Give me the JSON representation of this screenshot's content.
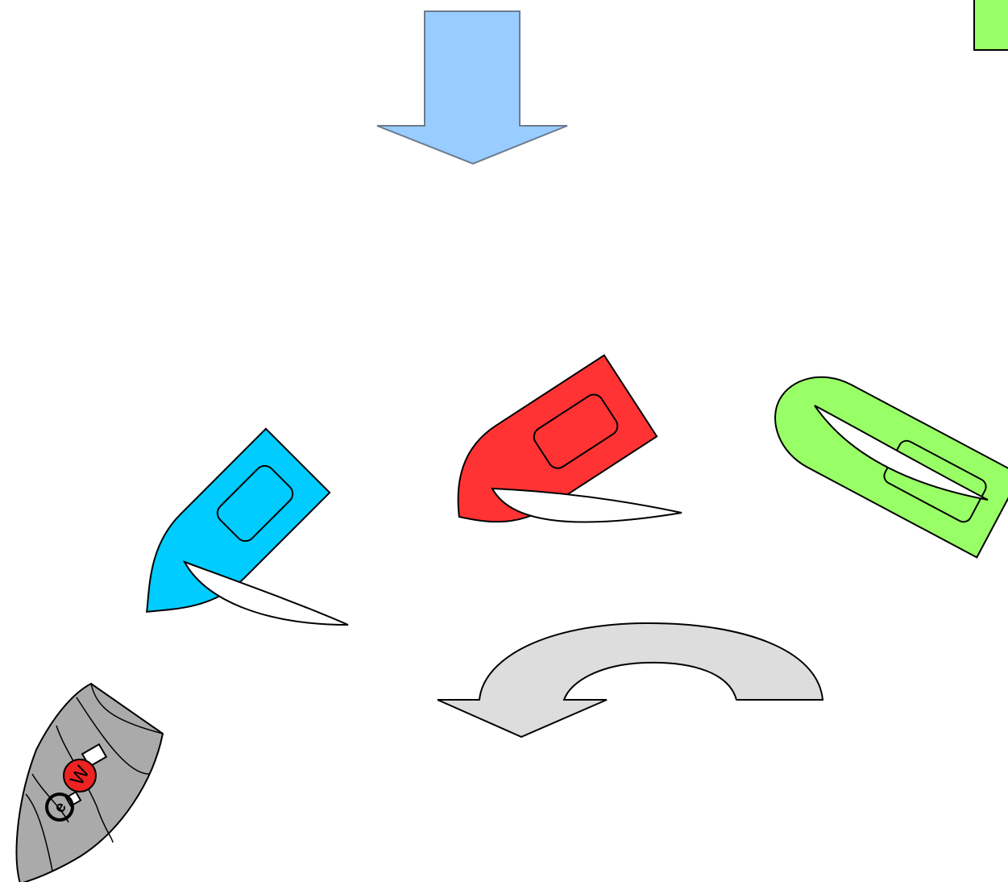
{
  "colors": {
    "wind_arrow": "#99ccff",
    "boat_blue": "#00ccff",
    "boat_red": "#ff3333",
    "boat_green": "#99ff66",
    "boat_grey": "#aaaaaa",
    "turn_arrow": "#dddddd",
    "corner_marker": "#99ff66",
    "sail": "#ffffff",
    "mark_red": "#ee2222"
  },
  "diagram": {
    "wind_arrow_icon": "down-arrow",
    "turn_arrow_icon": "curved-arrow-left",
    "grey_boat_labels": {
      "red_circle": "W",
      "black_circle": "e"
    }
  }
}
